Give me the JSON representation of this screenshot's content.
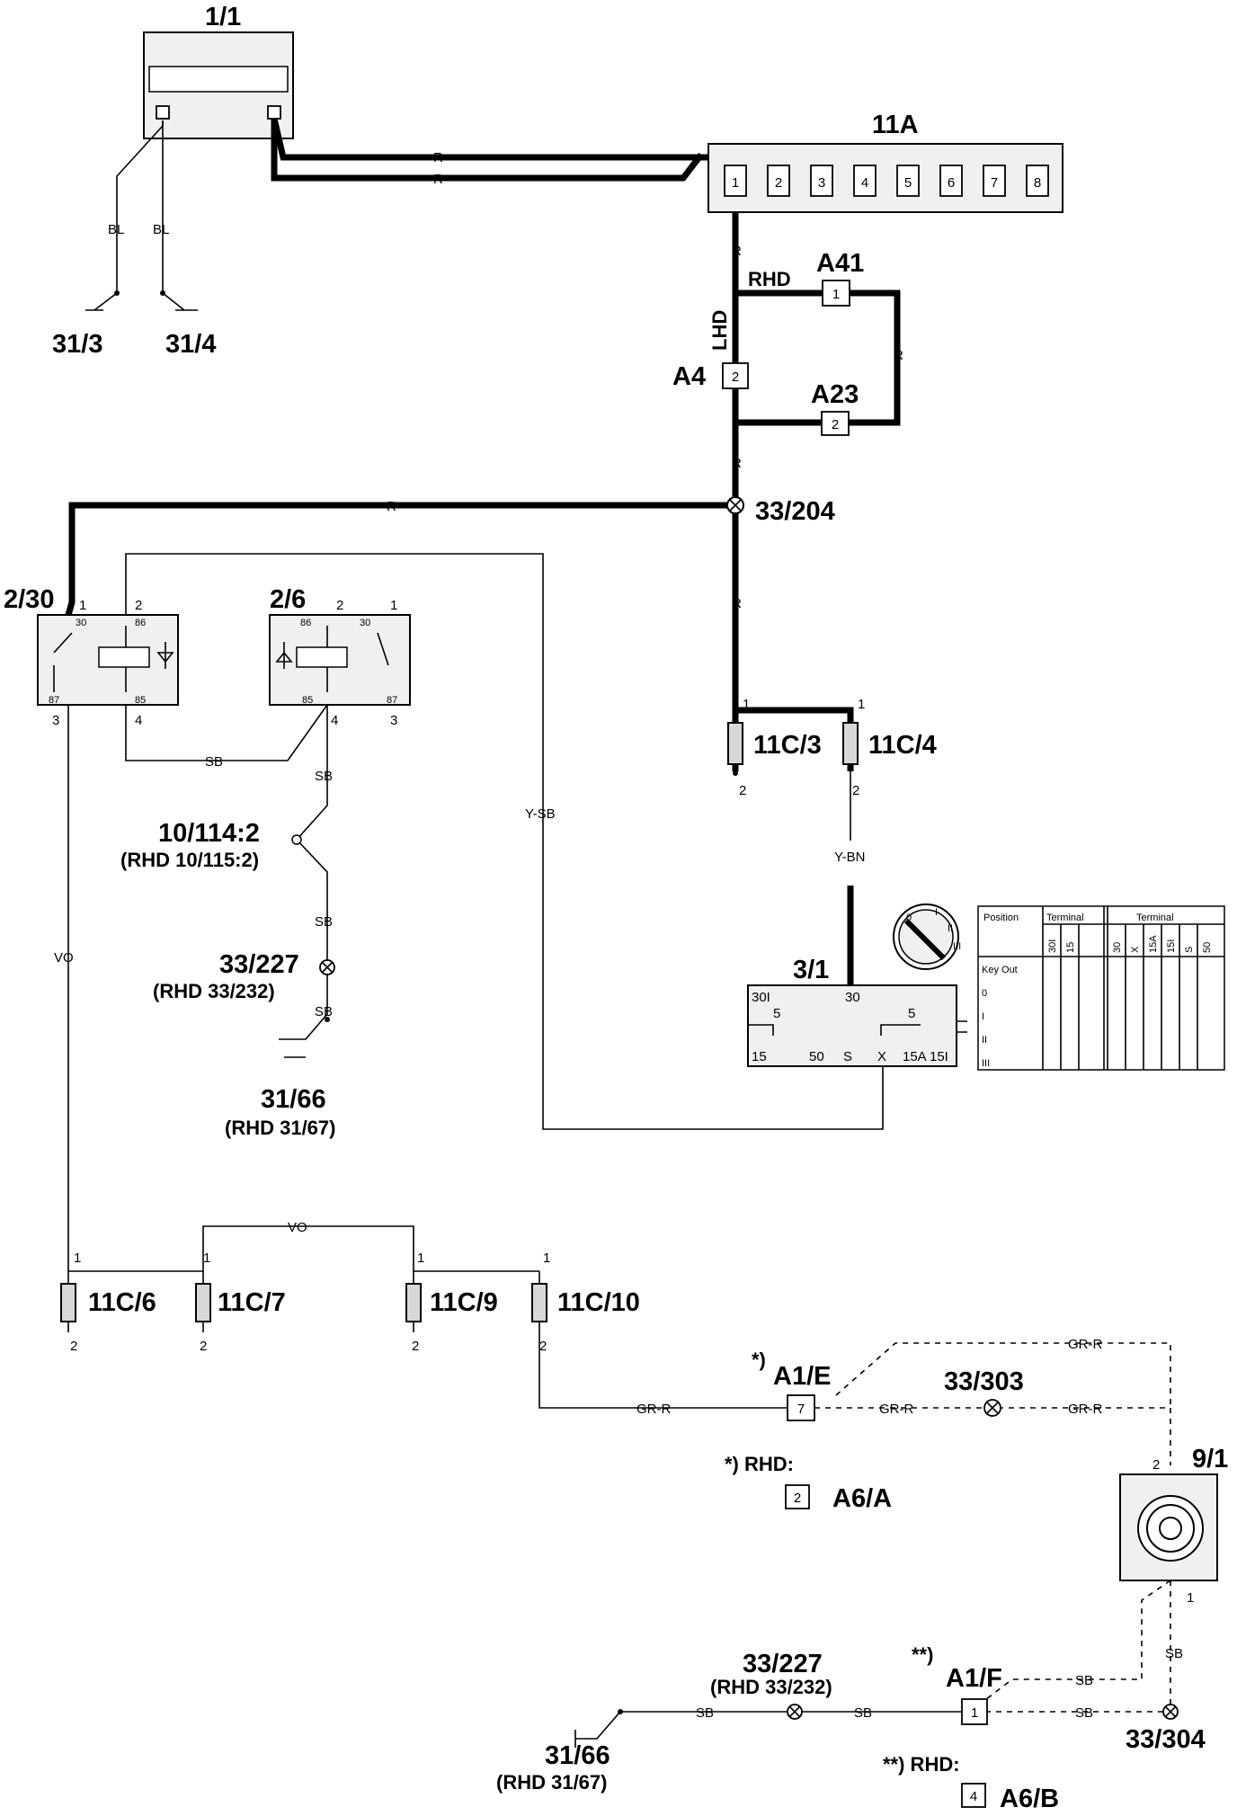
{
  "components": {
    "c1_1": "1/1",
    "c11a": "11A",
    "c11a_pins": [
      "1",
      "2",
      "3",
      "4",
      "5",
      "6",
      "7",
      "8"
    ],
    "ground_31_3": "31/3",
    "ground_31_4": "31/4",
    "a41": "A41",
    "a41_pin": "1",
    "a4": "A4",
    "a4_pin": "2",
    "a23": "A23",
    "a23_pin": "2",
    "rhd": "RHD",
    "lhd": "LHD",
    "splice_33_204": "33/204",
    "relay_2_30": "2/30",
    "relay_2_6": "2/6",
    "relay_2_30_terms": [
      "30",
      "86",
      "87",
      "85"
    ],
    "relay_2_6_terms": [
      "86",
      "30",
      "85",
      "87"
    ],
    "fuse_11c3": "11C/3",
    "fuse_11c4": "11C/4",
    "conn_10_114": "10/114:2",
    "conn_10_114_rhd": "(RHD 10/115:2)",
    "splice_33_227": "33/227",
    "splice_33_227_rhd": "(RHD 33/232)",
    "ground_31_66": "31/66",
    "ground_31_66_rhd": "(RHD 31/67)",
    "switch_3_1": "3/1",
    "switch_terms": [
      "30I",
      "30",
      "15",
      "50",
      "S",
      "X",
      "15A",
      "15I"
    ],
    "fuse_11c6": "11C/6",
    "fuse_11c7": "11C/7",
    "fuse_11c9": "11C/9",
    "fuse_11c10": "11C/10",
    "a1e": "A1/E",
    "a1e_star": "*)",
    "a1e_pin": "7",
    "splice_33_303": "33/303",
    "rhd_note1": "*) RHD:",
    "a6a_pin": "2",
    "a6a": "A6/A",
    "horn_9_1": "9/1",
    "splice_33_227b": "33/227",
    "splice_33_227b_rhd": "(RHD 33/232)",
    "a1f": "A1/F",
    "a1f_star": "**)",
    "a1f_pin": "1",
    "splice_33_304": "33/304",
    "ground_31_66b": "31/66",
    "ground_31_66b_rhd": "(RHD 31/67)",
    "rhd_note2": "**) RHD:",
    "a6b_pin": "4",
    "a6b": "A6/B"
  },
  "wires": {
    "r": "R",
    "bl": "BL",
    "sb": "SB",
    "y_sb": "Y-SB",
    "y_bn": "Y-BN",
    "vo": "VO",
    "gr_r": "GR-R"
  },
  "pins": {
    "p1": "1",
    "p2": "2",
    "p3": "3",
    "p4": "4"
  },
  "key_table": {
    "header_position": "Position",
    "header_terminal": "Terminal",
    "cols_left": [
      "30I",
      "15"
    ],
    "cols_right": [
      "30",
      "X",
      "15A",
      "15I",
      "S",
      "50"
    ],
    "rows": [
      "Key Out",
      "0",
      "I",
      "II",
      "III"
    ],
    "key_positions": [
      "0",
      "I",
      "II",
      "III"
    ]
  }
}
